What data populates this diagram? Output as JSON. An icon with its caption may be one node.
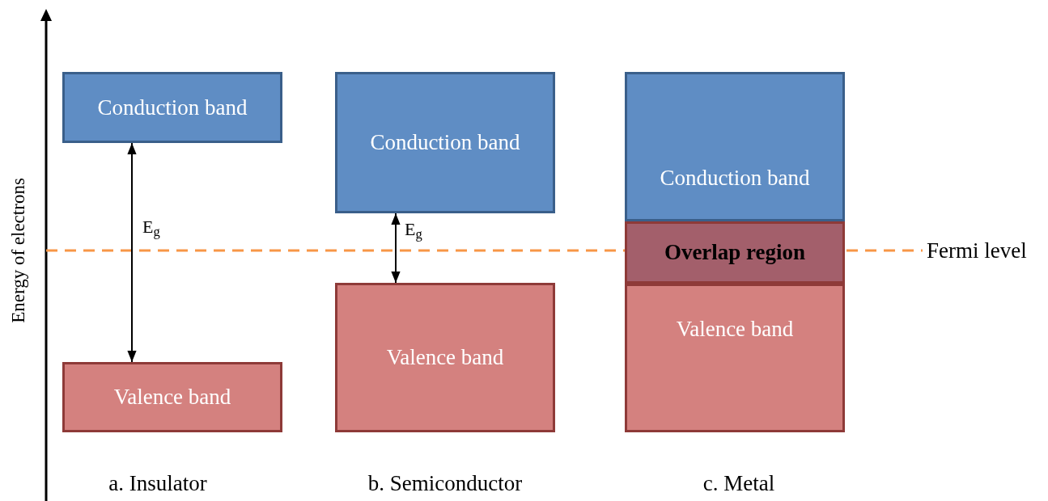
{
  "diagram": {
    "nodes": [
      {
        "text": [
          "Conduction band"
        ]
      },
      {
        "text": [
          "Valence band"
        ]
      },
      {
        "text": [
          "Conduction band"
        ]
      },
      {
        "text": [
          "Valence band"
        ]
      },
      {
        "text": [
          "Conduction band"
        ]
      },
      {
        "text": [
          "Valence band"
        ]
      },
      {
        "text": [
          "Overlap region"
        ]
      }
    ],
    "edges": [
      {
        "from": 0,
        "to": 1,
        "arrow": "both",
        "label": "E$_{g}$"
      },
      {
        "from": 2,
        "to": 3,
        "arrow": "both",
        "label": "E$_{g}$"
      }
    ],
    "labels": [
      "Energy of electrons",
      "Fermi level",
      "a. Insulator",
      "b. Semiconductor",
      "c. Metal"
    ]
  }
}
